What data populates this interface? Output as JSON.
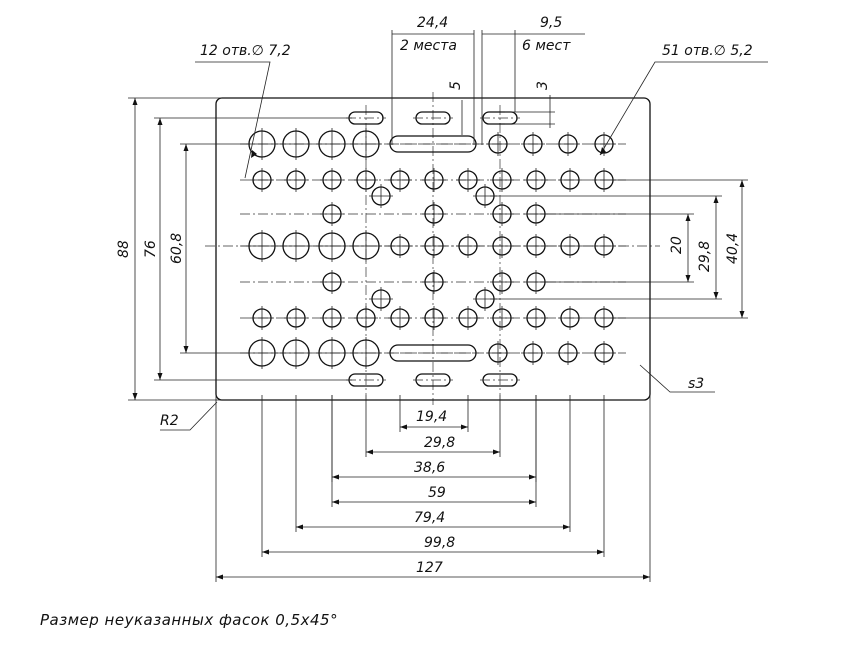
{
  "callouts": {
    "holes_large": "12 отв.∅ 7,2",
    "holes_small": "51 отв.∅ 5,2",
    "slot_pitch": "24,4",
    "slot_pitch_count": "2 места",
    "slot_offset": "9,5",
    "slot_offset_count": "6 мест",
    "slot_width": "5",
    "slot_edge": "3",
    "corner_radius": "R2",
    "thickness": "s3"
  },
  "dimensions": {
    "horizontal": [
      "19,4",
      "29,8",
      "38,6",
      "59",
      "79,4",
      "99,8",
      "127"
    ],
    "vertical_left": [
      "88",
      "76",
      "60,8"
    ],
    "vertical_right": [
      "20",
      "29,8",
      "40,4"
    ]
  },
  "note": "Размер неуказанных фасок 0,5x45°"
}
